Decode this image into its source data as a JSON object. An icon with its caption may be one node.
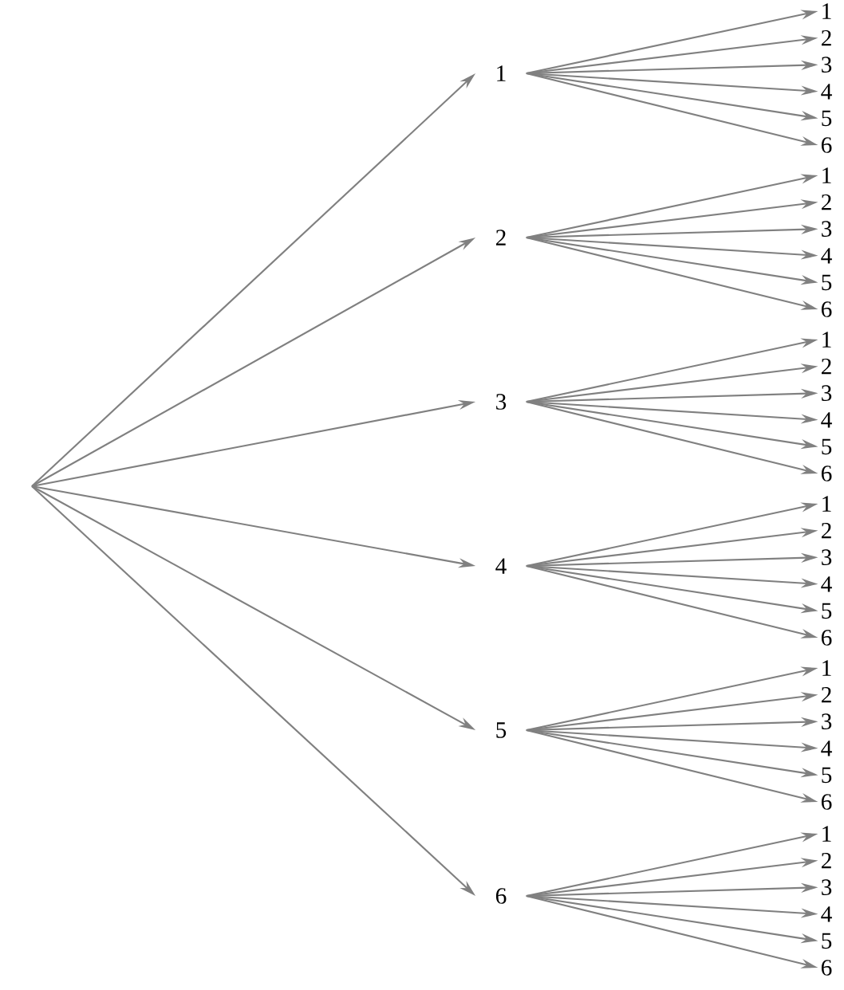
{
  "diagram": {
    "nodes": [
      {
        "text": [
          "1"
        ]
      },
      {
        "text": [
          "2"
        ]
      },
      {
        "text": [
          "3"
        ]
      },
      {
        "text": [
          "4"
        ]
      },
      {
        "text": [
          "5"
        ]
      },
      {
        "text": [
          "6"
        ]
      },
      {
        "text": [
          "1"
        ]
      },
      {
        "text": [
          "2"
        ]
      },
      {
        "text": [
          "3"
        ]
      },
      {
        "text": [
          "4"
        ]
      },
      {
        "text": [
          "5"
        ]
      },
      {
        "text": [
          "6"
        ]
      },
      {
        "text": [
          "1"
        ]
      },
      {
        "text": [
          "2"
        ]
      },
      {
        "text": [
          "3"
        ]
      },
      {
        "text": [
          "4"
        ]
      },
      {
        "text": [
          "5"
        ]
      },
      {
        "text": [
          "6"
        ]
      },
      {
        "text": [
          "1"
        ]
      },
      {
        "text": [
          "2"
        ]
      },
      {
        "text": [
          "3"
        ]
      },
      {
        "text": [
          "4"
        ]
      },
      {
        "text": [
          "5"
        ]
      },
      {
        "text": [
          "6"
        ]
      },
      {
        "text": [
          "1"
        ]
      },
      {
        "text": [
          "2"
        ]
      },
      {
        "text": [
          "3"
        ]
      },
      {
        "text": [
          "4"
        ]
      },
      {
        "text": [
          "5"
        ]
      },
      {
        "text": [
          "6"
        ]
      },
      {
        "text": [
          "1"
        ]
      },
      {
        "text": [
          "2"
        ]
      },
      {
        "text": [
          "3"
        ]
      },
      {
        "text": [
          "4"
        ]
      },
      {
        "text": [
          "5"
        ]
      },
      {
        "text": [
          "6"
        ]
      },
      {
        "text": [
          "1"
        ]
      },
      {
        "text": [
          "2"
        ]
      },
      {
        "text": [
          "3"
        ]
      },
      {
        "text": [
          "4"
        ]
      },
      {
        "text": [
          "5"
        ]
      },
      {
        "text": [
          "6"
        ]
      }
    ],
    "edges": [
      {
        "from": null,
        "to": 0,
        "arrow": "to"
      },
      {
        "from": null,
        "to": 1,
        "arrow": "to"
      },
      {
        "from": null,
        "to": 2,
        "arrow": "to"
      },
      {
        "from": null,
        "to": 3,
        "arrow": "to"
      },
      {
        "from": null,
        "to": 4,
        "arrow": "to"
      },
      {
        "from": null,
        "to": 5,
        "arrow": "to"
      },
      {
        "from": 0,
        "to": 6,
        "arrow": "to"
      },
      {
        "from": 0,
        "to": 7,
        "arrow": "to"
      },
      {
        "from": 0,
        "to": 8,
        "arrow": "to"
      },
      {
        "from": 0,
        "to": 9,
        "arrow": "to"
      },
      {
        "from": 0,
        "to": 10,
        "arrow": "to"
      },
      {
        "from": 0,
        "to": 11,
        "arrow": "to"
      },
      {
        "from": 1,
        "to": 12,
        "arrow": "to"
      },
      {
        "from": 1,
        "to": 13,
        "arrow": "to"
      },
      {
        "from": 1,
        "to": 14,
        "arrow": "to"
      },
      {
        "from": 1,
        "to": 15,
        "arrow": "to"
      },
      {
        "from": 1,
        "to": 16,
        "arrow": "to"
      },
      {
        "from": 1,
        "to": 17,
        "arrow": "to"
      },
      {
        "from": 2,
        "to": 18,
        "arrow": "to"
      },
      {
        "from": 2,
        "to": 19,
        "arrow": "to"
      },
      {
        "from": 2,
        "to": 20,
        "arrow": "to"
      },
      {
        "from": 2,
        "to": 21,
        "arrow": "to"
      },
      {
        "from": 2,
        "to": 22,
        "arrow": "to"
      },
      {
        "from": 2,
        "to": 23,
        "arrow": "to"
      },
      {
        "from": 3,
        "to": 24,
        "arrow": "to"
      },
      {
        "from": 3,
        "to": 25,
        "arrow": "to"
      },
      {
        "from": 3,
        "to": 26,
        "arrow": "to"
      },
      {
        "from": 3,
        "to": 27,
        "arrow": "to"
      },
      {
        "from": 3,
        "to": 28,
        "arrow": "to"
      },
      {
        "from": 3,
        "to": 29,
        "arrow": "to"
      },
      {
        "from": 4,
        "to": 30,
        "arrow": "to"
      },
      {
        "from": 4,
        "to": 31,
        "arrow": "to"
      },
      {
        "from": 4,
        "to": 32,
        "arrow": "to"
      },
      {
        "from": 4,
        "to": 33,
        "arrow": "to"
      },
      {
        "from": 4,
        "to": 34,
        "arrow": "to"
      },
      {
        "from": 4,
        "to": 35,
        "arrow": "to"
      },
      {
        "from": 5,
        "to": 36,
        "arrow": "to"
      },
      {
        "from": 5,
        "to": 37,
        "arrow": "to"
      },
      {
        "from": 5,
        "to": 38,
        "arrow": "to"
      },
      {
        "from": 5,
        "to": 39,
        "arrow": "to"
      },
      {
        "from": 5,
        "to": 40,
        "arrow": "to"
      },
      {
        "from": 5,
        "to": 41,
        "arrow": "to"
      }
    ]
  }
}
